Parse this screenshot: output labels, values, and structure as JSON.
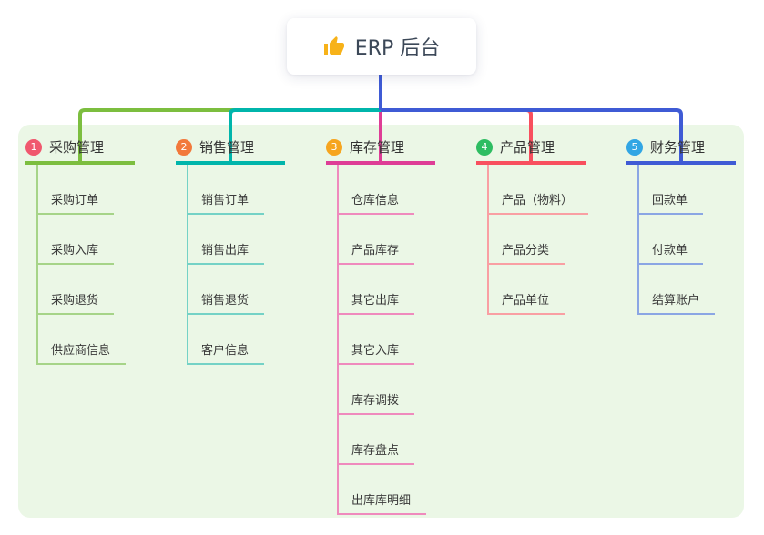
{
  "root": {
    "label": "ERP 后台",
    "icon": "thumbs-up-icon"
  },
  "branches": [
    {
      "badge": "1",
      "label": "采购管理",
      "color": "#7cbe3f",
      "light_color": "#a6d488",
      "badge_color": "#f0586e",
      "items": [
        "采购订单",
        "采购入库",
        "采购退货",
        "供应商信息"
      ]
    },
    {
      "badge": "2",
      "label": "销售管理",
      "color": "#00b5ab",
      "light_color": "#74d2c6",
      "badge_color": "#f2793b",
      "items": [
        "销售订单",
        "销售出库",
        "销售退货",
        "客户信息"
      ]
    },
    {
      "badge": "3",
      "label": "库存管理",
      "color": "#de3d96",
      "light_color": "#ef8abd",
      "badge_color": "#f6a51f",
      "items": [
        "仓库信息",
        "产品库存",
        "其它出库",
        "其它入库",
        "库存调拨",
        "库存盘点",
        "出库库明细"
      ]
    },
    {
      "badge": "4",
      "label": "产品管理",
      "color": "#f84f5e",
      "light_color": "#f99fa3",
      "badge_color": "#2ebd62",
      "items": [
        "产品（物料）",
        "产品分类",
        "产品单位"
      ]
    },
    {
      "badge": "5",
      "label": "财务管理",
      "color": "#3f5bd5",
      "light_color": "#8ba6e4",
      "badge_color": "#32a6e4",
      "items": [
        "回款单",
        "付款单",
        "结算账户"
      ]
    }
  ],
  "colors": {
    "canvas_bg": "#ffffff",
    "panel_bg": "#ebf7e6",
    "stem": "#3f5bd5",
    "root_text": "#3c4858",
    "item_text": "#3a3a3a",
    "emoji_gold": "#f7b219"
  }
}
